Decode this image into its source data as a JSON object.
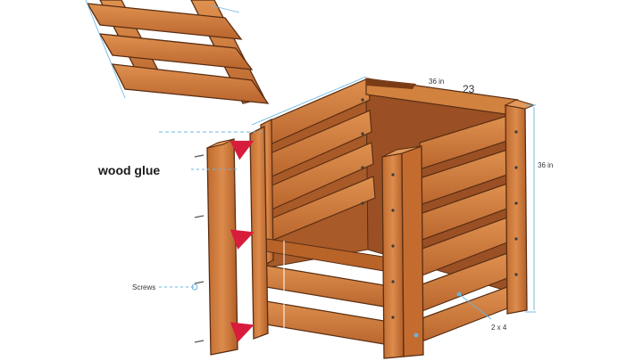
{
  "diagram": {
    "labels": {
      "glue": "wood glue",
      "screws": "Screws",
      "width": "36 in",
      "height": "36 in",
      "lumber": "2 x 4",
      "lid_mark": "23"
    },
    "colors": {
      "wood": "#c8743a",
      "wood_light": "#dc8c4c",
      "wood_dark": "#9c5426",
      "outline": "#5a2e12",
      "arrow": "#d81c3c",
      "dimension": "#6ab4dc",
      "screw": "#555555"
    }
  }
}
